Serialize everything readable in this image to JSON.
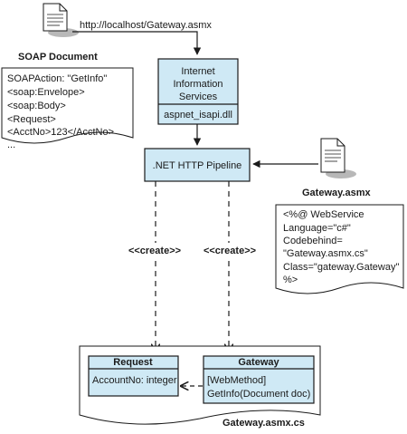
{
  "url_label": "http://localhost/Gateway.asmx",
  "soap_document": {
    "title": "SOAP Document",
    "lines": [
      "SOAPAction: \"GetInfo\"",
      "<soap:Envelope>",
      "<soap:Body>",
      "<Request>",
      "<AcctNo>123</AcctNo>",
      "..."
    ]
  },
  "iis": {
    "lines": [
      "Internet",
      "Information",
      "Services"
    ],
    "module": "aspnet_isapi.dll"
  },
  "pipeline": {
    "label": ".NET HTTP Pipeline"
  },
  "gateway_asmx": {
    "title": "Gateway.asmx",
    "lines": [
      "<%@ WebService",
      "Language=\"c#\"",
      "Codebehind=",
      "\"Gateway.asmx.cs\"",
      "Class=\"gateway.Gateway\"",
      "%>"
    ]
  },
  "create_label_left": "<<create>>",
  "create_label_right": "<<create>>",
  "request_class": {
    "name": "Request",
    "field": "AccountNo: integer"
  },
  "gateway_class": {
    "name": "Gateway",
    "attribute": "[WebMethod]",
    "method": "GetInfo(Document doc)"
  },
  "codebehind_file": {
    "title": "Gateway.asmx.cs"
  },
  "colors": {
    "box_fill": "#cfe9f5",
    "stroke": "#1a1a1a",
    "icon_shadow": "#b8b8b8"
  }
}
